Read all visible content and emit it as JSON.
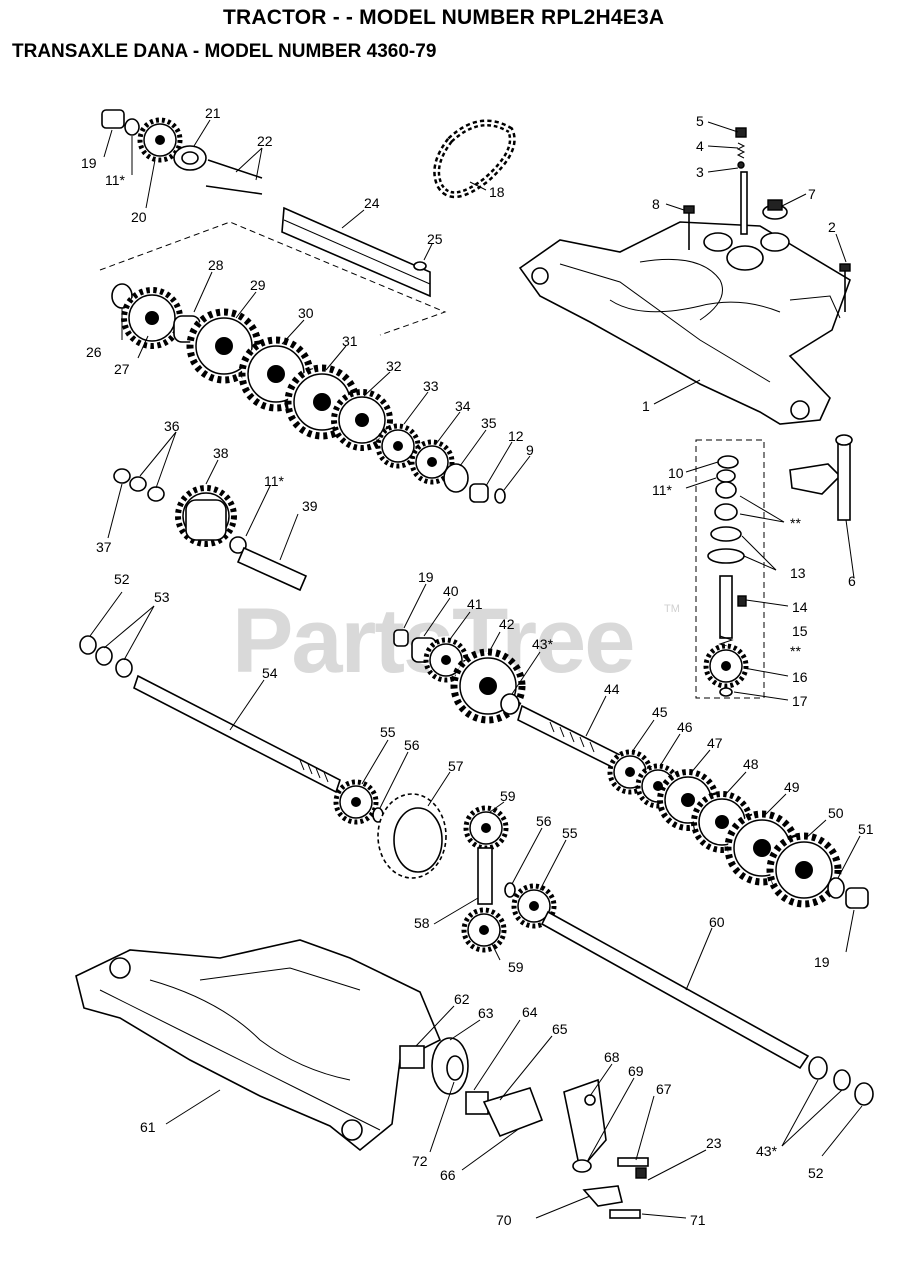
{
  "header": {
    "title": "TRACTOR - - MODEL NUMBER RPL2H4E3A",
    "subtitle": "TRANSAXLE DANA - MODEL NUMBER 4360-79"
  },
  "watermark": {
    "text": "PartsTree",
    "tm": "TM"
  },
  "callouts": {
    "c1": "1",
    "c2": "2",
    "c3": "3",
    "c4": "4",
    "c5": "5",
    "c6": "6",
    "c7": "7",
    "c8": "8",
    "c9": "9",
    "c10": "10",
    "c11a": "11*",
    "c11b": "11*",
    "c11c": "11*",
    "c12": "12",
    "c13": "13",
    "c14": "14",
    "c15": "15",
    "c16": "16",
    "c17": "17",
    "c18": "18",
    "c19a": "19",
    "c19b": "19",
    "c19c": "19",
    "c20": "20",
    "c21": "21",
    "c22": "22",
    "c23": "23",
    "c24": "24",
    "c25": "25",
    "c26": "26",
    "c27": "27",
    "c28": "28",
    "c29": "29",
    "c30": "30",
    "c31": "31",
    "c32": "32",
    "c33": "33",
    "c34": "34",
    "c35": "35",
    "c36": "36",
    "c37": "37",
    "c38": "38",
    "c39": "39",
    "c40": "40",
    "c41": "41",
    "c42": "42",
    "c43a": "43*",
    "c43b": "43*",
    "c44": "44",
    "c45": "45",
    "c46": "46",
    "c47": "47",
    "c48": "48",
    "c49": "49",
    "c50": "50",
    "c51": "51",
    "c52a": "52",
    "c52b": "52",
    "c53": "53",
    "c54": "54",
    "c55a": "55",
    "c55b": "55",
    "c56a": "56",
    "c56b": "56",
    "c57": "57",
    "c58": "58",
    "c59a": "59",
    "c59b": "59",
    "c60": "60",
    "c61": "61",
    "c62": "62",
    "c63": "63",
    "c64": "64",
    "c65": "65",
    "c66": "66",
    "c67": "67",
    "c68": "68",
    "c69": "69",
    "c70": "70",
    "c71": "71",
    "c72": "72",
    "ss1": "**",
    "ss2": "**"
  }
}
